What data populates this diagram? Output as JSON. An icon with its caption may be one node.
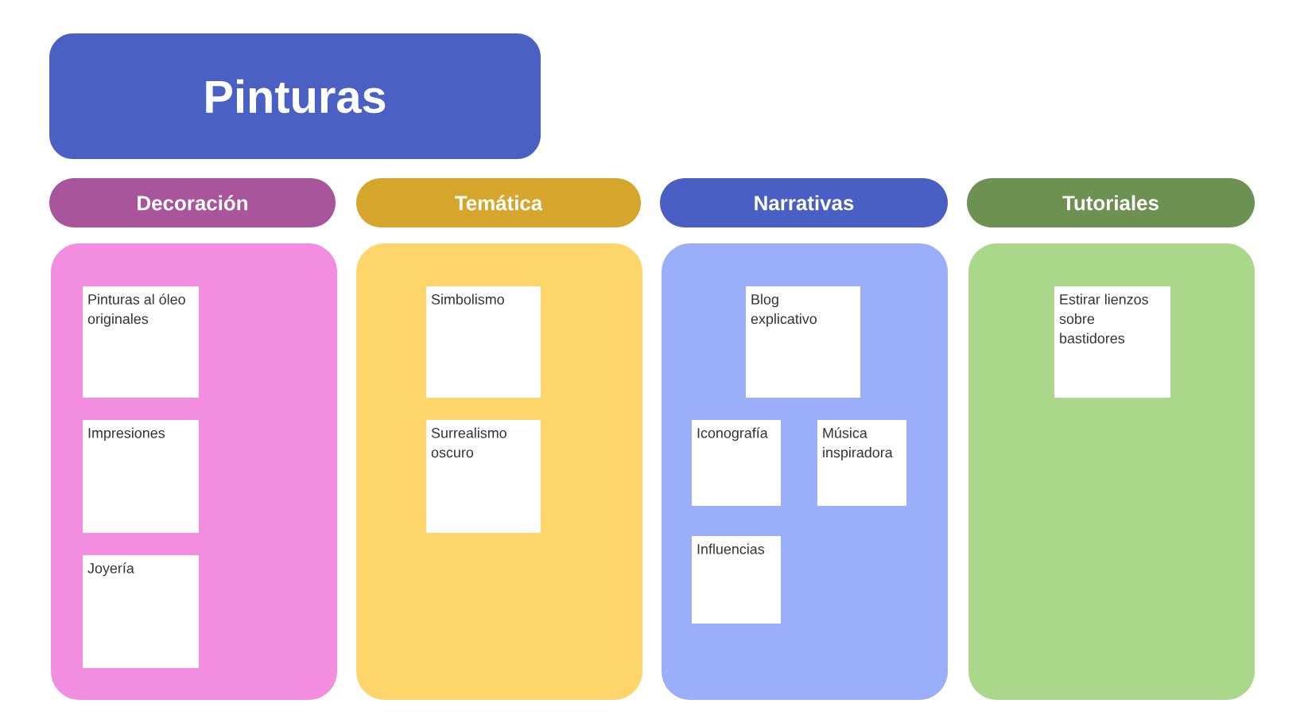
{
  "diagram": {
    "nodes": [
      {
        "text": [
          "Pinturas"
        ]
      },
      {
        "text": [
          "Decoración"
        ]
      },
      {
        "text": [
          "Temática"
        ]
      },
      {
        "text": [
          "Narrativas"
        ]
      },
      {
        "text": [
          "Tutoriales"
        ]
      },
      {
        "text": [],
        "shape": "box"
      },
      {
        "text": [
          "Pinturas al óleo originales"
        ],
        "in": 5
      },
      {
        "text": [
          "Impresiones"
        ],
        "in": 5
      },
      {
        "text": [
          "Joyería"
        ],
        "in": 5
      },
      {
        "text": [],
        "shape": "box"
      },
      {
        "text": [
          "Simbolismo"
        ],
        "in": 9
      },
      {
        "text": [
          "Surrealismo oscuro"
        ],
        "in": 9
      },
      {
        "text": [],
        "shape": "box"
      },
      {
        "text": [
          "Blog explicativo"
        ],
        "in": 12
      },
      {
        "text": [
          "Iconografía"
        ],
        "in": 12
      },
      {
        "text": [
          "Música inspiradora"
        ],
        "in": 12
      },
      {
        "text": [
          "Influencias"
        ],
        "in": 12
      },
      {
        "text": [],
        "shape": "box"
      },
      {
        "text": [
          "Estirar lienzos sobre bastidores"
        ],
        "in": 17
      }
    ]
  }
}
